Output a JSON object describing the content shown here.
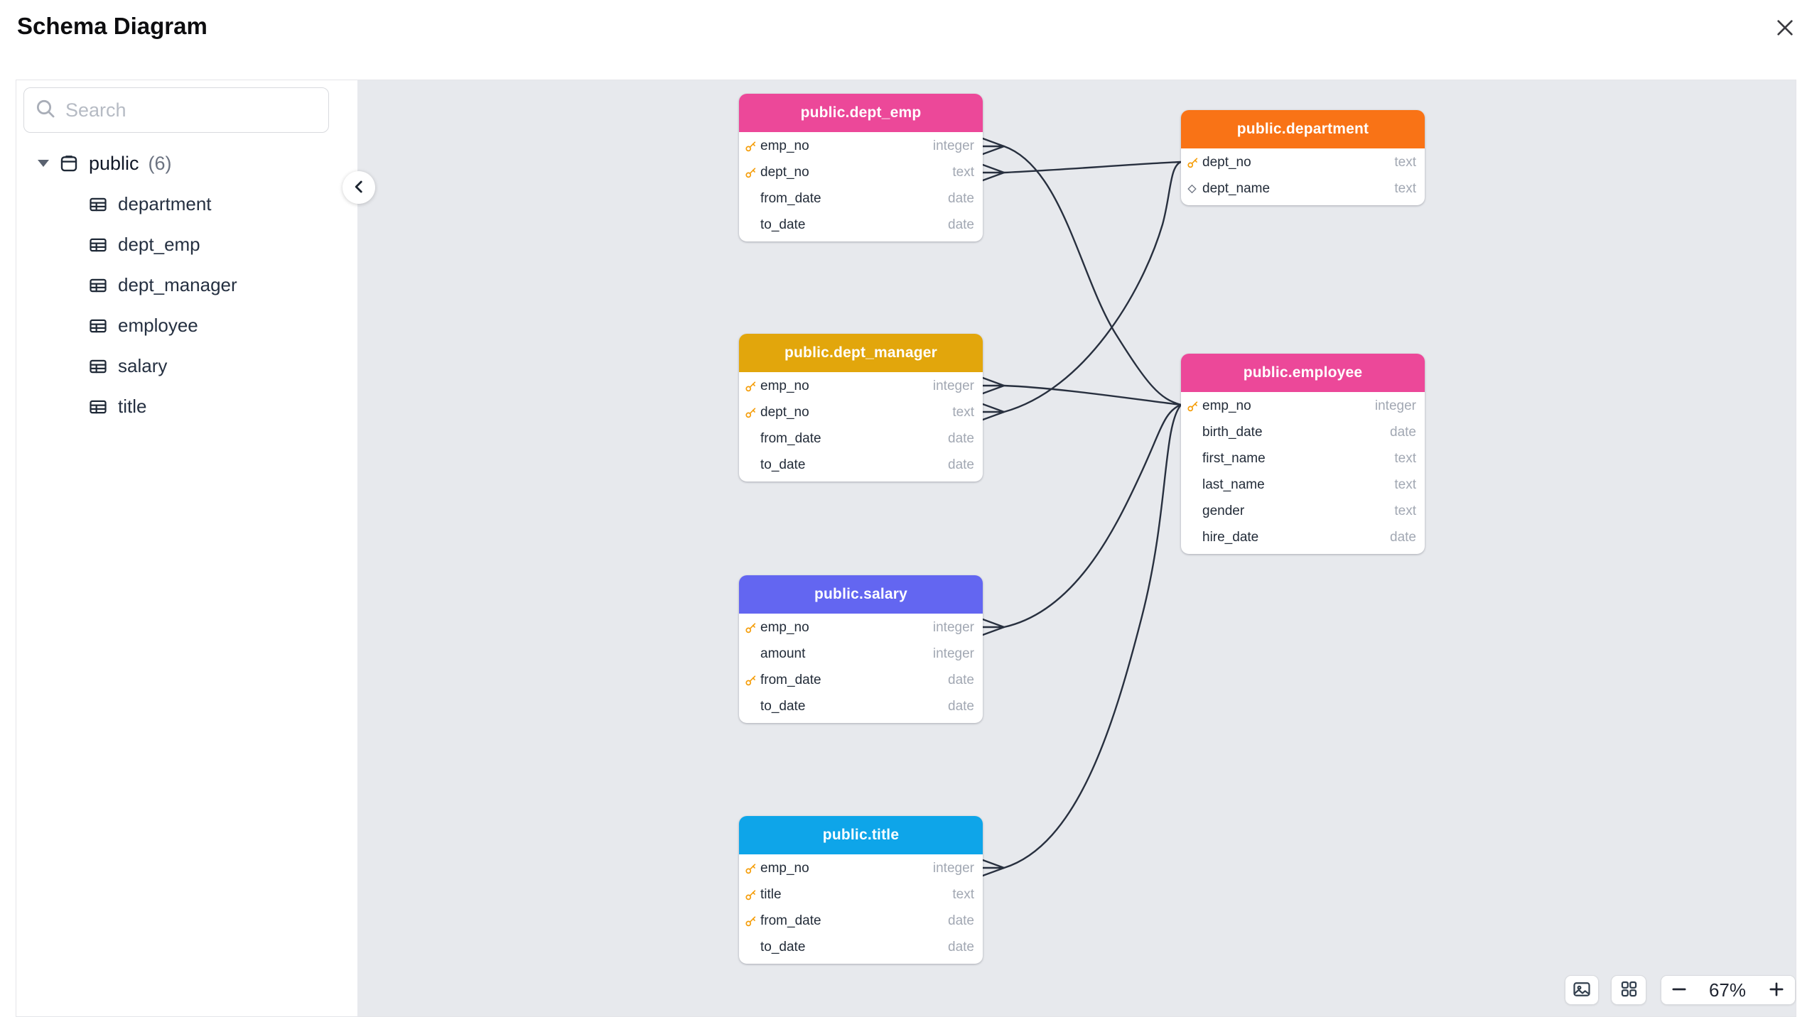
{
  "header": {
    "title": "Schema Diagram"
  },
  "sidebar": {
    "search": {
      "placeholder": "Search",
      "value": ""
    },
    "tree": {
      "schema": {
        "label": "public",
        "count": "(6)",
        "expanded": true
      },
      "items": [
        {
          "label": "department"
        },
        {
          "label": "dept_emp"
        },
        {
          "label": "dept_manager"
        },
        {
          "label": "employee"
        },
        {
          "label": "salary"
        },
        {
          "label": "title"
        }
      ]
    }
  },
  "canvas": {
    "tables": [
      {
        "title": "public.dept_emp",
        "header_color": "#EC4899",
        "columns": [
          {
            "name": "emp_no",
            "type": "integer",
            "key": "primary"
          },
          {
            "name": "dept_no",
            "type": "text",
            "key": "primary"
          },
          {
            "name": "from_date",
            "type": "date",
            "key": "none"
          },
          {
            "name": "to_date",
            "type": "date",
            "key": "none"
          }
        ]
      },
      {
        "title": "public.department",
        "header_color": "#F97316",
        "columns": [
          {
            "name": "dept_no",
            "type": "text",
            "key": "primary"
          },
          {
            "name": "dept_name",
            "type": "text",
            "key": "unique"
          }
        ]
      },
      {
        "title": "public.dept_manager",
        "header_color": "#E2A60C",
        "columns": [
          {
            "name": "emp_no",
            "type": "integer",
            "key": "primary"
          },
          {
            "name": "dept_no",
            "type": "text",
            "key": "primary"
          },
          {
            "name": "from_date",
            "type": "date",
            "key": "none"
          },
          {
            "name": "to_date",
            "type": "date",
            "key": "none"
          }
        ]
      },
      {
        "title": "public.employee",
        "header_color": "#EC4899",
        "columns": [
          {
            "name": "emp_no",
            "type": "integer",
            "key": "primary"
          },
          {
            "name": "birth_date",
            "type": "date",
            "key": "none"
          },
          {
            "name": "first_name",
            "type": "text",
            "key": "none"
          },
          {
            "name": "last_name",
            "type": "text",
            "key": "none"
          },
          {
            "name": "gender",
            "type": "text",
            "key": "none"
          },
          {
            "name": "hire_date",
            "type": "date",
            "key": "none"
          }
        ]
      },
      {
        "title": "public.salary",
        "header_color": "#6366F1",
        "columns": [
          {
            "name": "emp_no",
            "type": "integer",
            "key": "primary"
          },
          {
            "name": "amount",
            "type": "integer",
            "key": "none"
          },
          {
            "name": "from_date",
            "type": "date",
            "key": "primary"
          },
          {
            "name": "to_date",
            "type": "date",
            "key": "none"
          }
        ]
      },
      {
        "title": "public.title",
        "header_color": "#0EA5E9",
        "columns": [
          {
            "name": "emp_no",
            "type": "integer",
            "key": "primary"
          },
          {
            "name": "title",
            "type": "text",
            "key": "primary"
          },
          {
            "name": "from_date",
            "type": "date",
            "key": "primary"
          },
          {
            "name": "to_date",
            "type": "date",
            "key": "none"
          }
        ]
      }
    ],
    "relationships": [
      {
        "from_table": "public.dept_emp",
        "from_column": "emp_no",
        "to_table": "public.employee",
        "to_column": "emp_no",
        "cardinality": "many-to-one"
      },
      {
        "from_table": "public.dept_emp",
        "from_column": "dept_no",
        "to_table": "public.department",
        "to_column": "dept_no",
        "cardinality": "many-to-one"
      },
      {
        "from_table": "public.dept_manager",
        "from_column": "emp_no",
        "to_table": "public.employee",
        "to_column": "emp_no",
        "cardinality": "many-to-one"
      },
      {
        "from_table": "public.dept_manager",
        "from_column": "dept_no",
        "to_table": "public.department",
        "to_column": "dept_no",
        "cardinality": "many-to-one"
      },
      {
        "from_table": "public.salary",
        "from_column": "emp_no",
        "to_table": "public.employee",
        "to_column": "emp_no",
        "cardinality": "many-to-one"
      },
      {
        "from_table": "public.title",
        "from_column": "emp_no",
        "to_table": "public.employee",
        "to_column": "emp_no",
        "cardinality": "many-to-one"
      }
    ]
  },
  "controls": {
    "zoom_level": "67%"
  },
  "icons": {
    "close": "x-mark",
    "search": "magnifier",
    "schema": "box",
    "table": "table-grid",
    "collapse_sidebar": "chevron-left",
    "primary_key": "key",
    "unique": "diamond",
    "export_image": "picture",
    "auto_layout": "four-squares",
    "zoom_out": "minus",
    "zoom_in": "plus"
  },
  "colors": {
    "canvas_background": "#e7e9ed",
    "relationship_line": "#28303f",
    "key_icon": "#f59e0b"
  }
}
